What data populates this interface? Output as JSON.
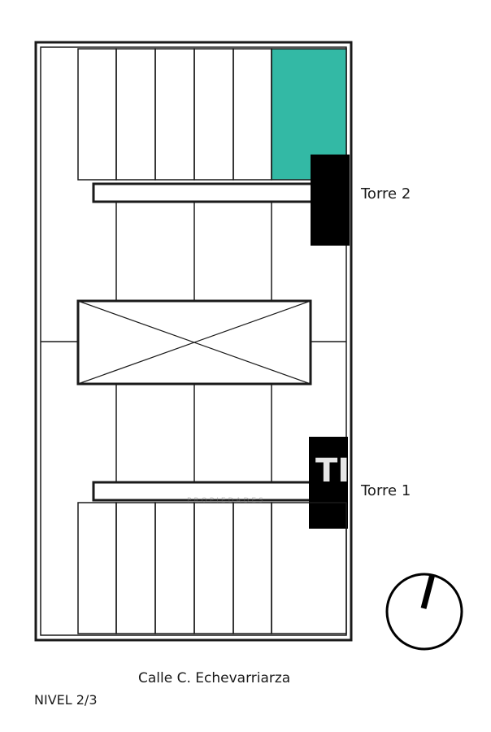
{
  "labels": {
    "tower_2": "Torre 2",
    "tower_1": "Torre 1",
    "street": "Calle C. Echevarriarza",
    "level": "NIVEL 2/3"
  },
  "watermark": {
    "main": "TI",
    "sub": "PROPIEDADES"
  },
  "colors": {
    "highlighted_unit": "#33b9a5",
    "tower_core": "#000000",
    "walls": "#1a1a1a",
    "background": "#ffffff"
  },
  "icons": {
    "compass": "north-compass-icon"
  }
}
